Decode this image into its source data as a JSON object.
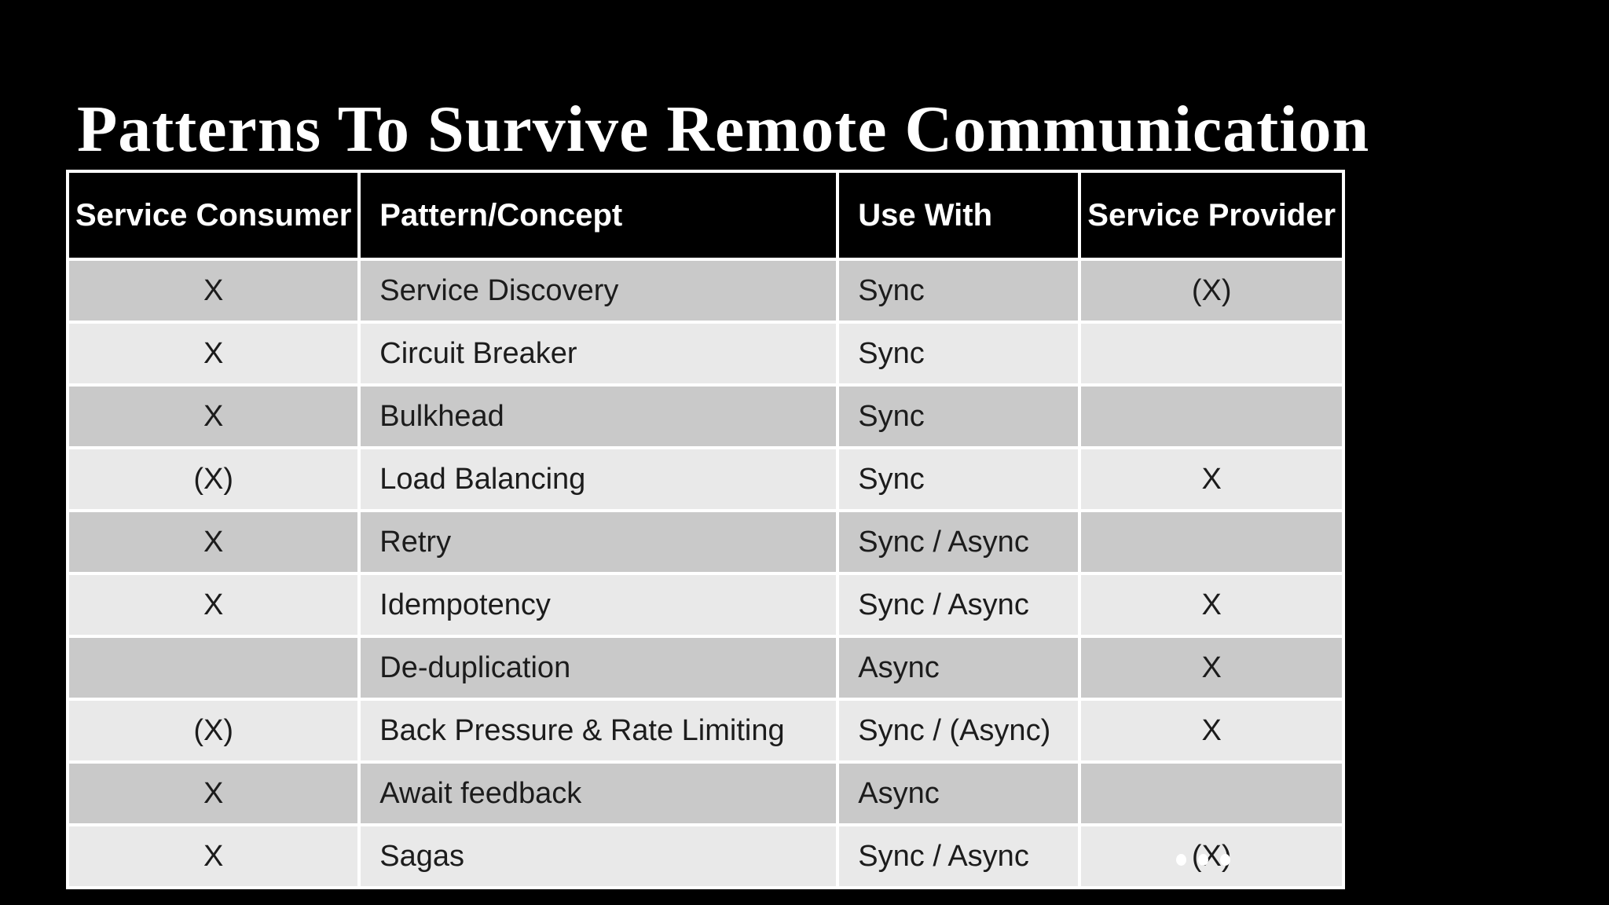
{
  "slide": {
    "title": "Patterns To Survive Remote Communication",
    "continuation_dots": 3
  },
  "table": {
    "columns": [
      {
        "label": "Service Consumer"
      },
      {
        "label": "Pattern/Concept"
      },
      {
        "label": "Use With"
      },
      {
        "label": "Service Provider"
      }
    ],
    "rows": [
      {
        "service_consumer": "X",
        "pattern": "Service Discovery",
        "use_with": "Sync",
        "service_provider": "(X)"
      },
      {
        "service_consumer": "X",
        "pattern": "Circuit Breaker",
        "use_with": "Sync",
        "service_provider": ""
      },
      {
        "service_consumer": "X",
        "pattern": "Bulkhead",
        "use_with": "Sync",
        "service_provider": ""
      },
      {
        "service_consumer": "(X)",
        "pattern": "Load Balancing",
        "use_with": "Sync",
        "service_provider": "X"
      },
      {
        "service_consumer": "X",
        "pattern": "Retry",
        "use_with": "Sync / Async",
        "service_provider": ""
      },
      {
        "service_consumer": "X",
        "pattern": "Idempotency",
        "use_with": "Sync / Async",
        "service_provider": "X"
      },
      {
        "service_consumer": "",
        "pattern": "De-duplication",
        "use_with": "Async",
        "service_provider": "X"
      },
      {
        "service_consumer": "(X)",
        "pattern": "Back Pressure & Rate Limiting",
        "use_with": "Sync / (Async)",
        "service_provider": "X"
      },
      {
        "service_consumer": "X",
        "pattern": "Await feedback",
        "use_with": "Async",
        "service_provider": ""
      },
      {
        "service_consumer": "X",
        "pattern": "Sagas",
        "use_with": "Sync / Async",
        "service_provider": "(X)"
      }
    ]
  },
  "colors": {
    "background": "#000000",
    "header_bg": "#000000",
    "header_text": "#ffffff",
    "row_dark": "#c9c9c9",
    "row_light": "#e9e9e9",
    "grid_border": "#ffffff",
    "body_text": "#1c1c1c"
  }
}
